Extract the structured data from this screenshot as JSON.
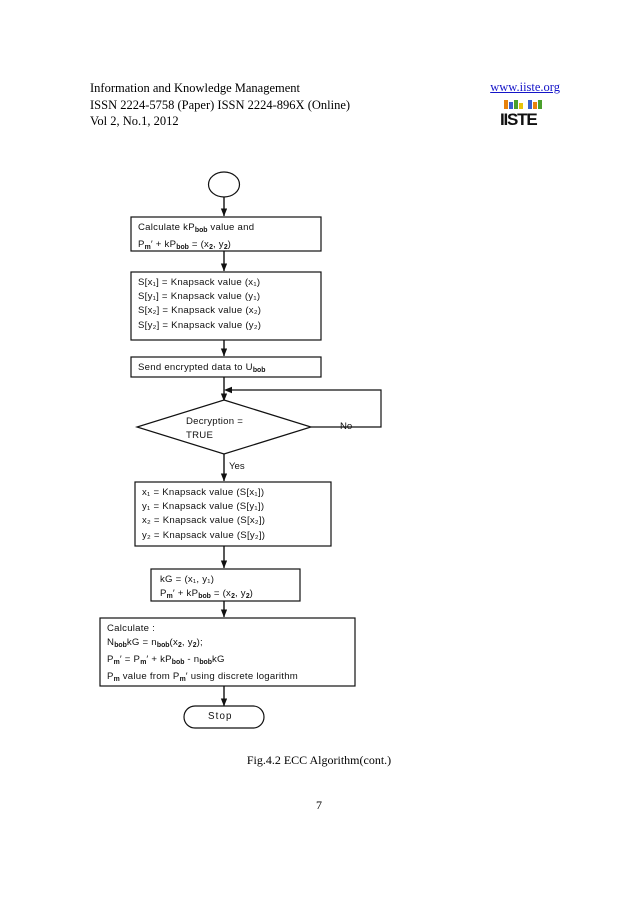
{
  "header": {
    "journal_title": "Information and Knowledge Management",
    "issn_line": "ISSN 2224-5758 (Paper) ISSN 2224-896X (Online)",
    "volume_line": "Vol 2, No.1, 2012",
    "website": "www.iiste.org",
    "logo_text": "IISTE",
    "link_color": "#1414c8"
  },
  "flowchart": {
    "start_connector": "",
    "nodes": {
      "calc_kpbob": {
        "line1_pre": "Calculate kP",
        "line1_sub": "bob",
        "line1_post": " value and",
        "line2_a": "P",
        "line2_a_sub": "m",
        "line2_b": "′ + kP",
        "line2_b_sub": "bob",
        "line2_c": " = (x",
        "line2_c_sub": "2",
        "line2_d": ", y",
        "line2_d_sub": "2",
        "line2_e": ")"
      },
      "knapsack_encode": {
        "l1": "S[x₁] = Knapsack value (x₁)",
        "l2": "S[y₁] = Knapsack value (y₁)",
        "l3": "S[x₂] = Knapsack value (x₂)",
        "l4": "S[y₂] = Knapsack value (y₂)"
      },
      "send_data": {
        "pre": "Send encrypted data to U",
        "sub": "bob"
      },
      "decision": {
        "l1": "Decryption =",
        "l2": "TRUE"
      },
      "knapsack_decode": {
        "l1": "x₁ = Knapsack value (S[x₁])",
        "l2": "y₁ = Knapsack value (S[y₁])",
        "l3": "x₂ = Knapsack value (S[x₂])",
        "l4": "y₂ = Knapsack value (S[y₂])"
      },
      "kg_node": {
        "l1": "kG = (x₁, y₁)",
        "l2_a": "P",
        "l2_a_sub": "m",
        "l2_b": "′ + kP",
        "l2_b_sub": "bob",
        "l2_c": " = (x",
        "l2_c_sub": "2",
        "l2_d": ", y",
        "l2_d_sub": "2",
        "l2_e": ")"
      },
      "calculate_final": {
        "l1": "Calculate :",
        "l2_a": "N",
        "l2_a_sub": "bob",
        "l2_b": "kG = n",
        "l2_b_sub": "bob",
        "l2_c": "(x",
        "l2_c_sub": "2",
        "l2_d": ", y",
        "l2_d_sub": "2",
        "l2_e": ");",
        "l3_a": "P",
        "l3_a_sub": "m",
        "l3_b": "′ = P",
        "l3_b_sub": "m",
        "l3_c": "′ + kP",
        "l3_c_sub": "bob",
        "l3_d": " - n",
        "l3_d_sub": "bob",
        "l3_e": "kG",
        "l4_a": "P",
        "l4_a_sub": "m",
        "l4_b": " value from P",
        "l4_b_sub": "m",
        "l4_c": "′ using discrete logarithm"
      },
      "stop": {
        "label": "Stop"
      }
    },
    "branch_labels": {
      "no": "No",
      "yes": "Yes"
    }
  },
  "caption": "Fig.4.2 ECC Algorithm(cont.)",
  "page_number": "7"
}
